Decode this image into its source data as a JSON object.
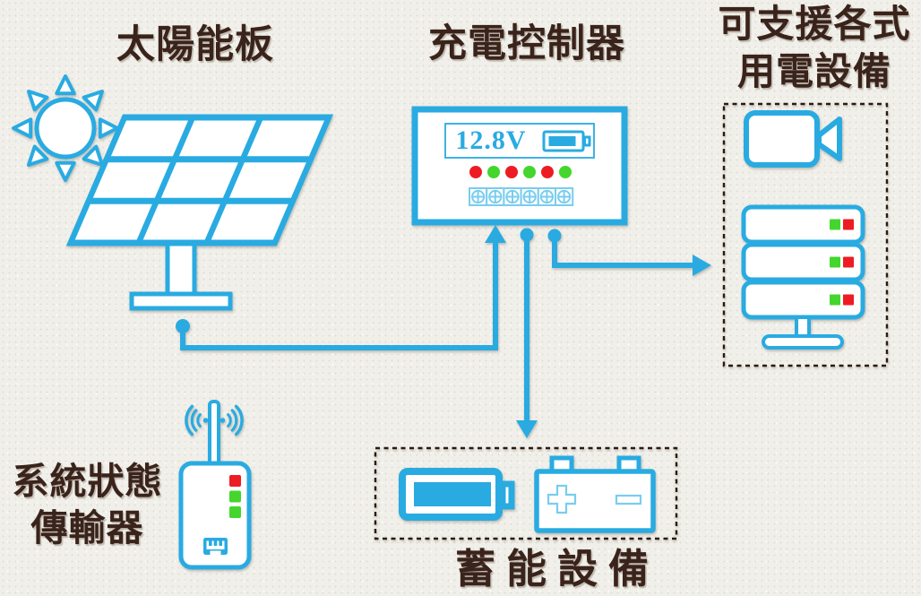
{
  "colors": {
    "accent_blue": "#29ABE2",
    "light_blue": "#79CDEF",
    "led_red": "#ED1C24",
    "led_green": "#44D62C",
    "label_text": "#3A231B",
    "dash_border": "#2B1A11",
    "background": "#F0EFE9"
  },
  "labels": {
    "solar_panel": "太陽能板",
    "charge_controller": "充電控制器",
    "devices": "可支援各式\n用電設備",
    "storage": "蓄能設備",
    "transmitter": "系統狀態\n傳輸器"
  },
  "controller": {
    "display_voltage": "12.8V",
    "leds": [
      "#ED1C24",
      "#44D62C",
      "#ED1C24",
      "#44D62C",
      "#ED1C24",
      "#44D62C"
    ],
    "terminal_count": 6
  },
  "devices": {
    "server": {
      "units": [
        {
          "leds": [
            "#44D62C",
            "#ED1C24"
          ]
        },
        {
          "leds": [
            "#44D62C",
            "#ED1C24"
          ]
        },
        {
          "leds": [
            "#44D62C",
            "#ED1C24"
          ]
        }
      ]
    }
  },
  "transmitter": {
    "leds": [
      "#ED1C24",
      "#44D62C",
      "#44D62C"
    ]
  },
  "icons": {
    "sun": "sun-icon",
    "solar_panel": "solar-panel-icon",
    "battery_level": "battery-level-icon",
    "video_camera": "video-camera-icon",
    "server_rack": "server-rack-icon",
    "aa_battery": "battery-icon",
    "car_battery": "car-battery-icon",
    "antenna": "antenna-icon",
    "wifi_waves": "signal-waves-icon",
    "ethernet": "ethernet-port-icon",
    "screw_terminal": "screw-terminal-icon"
  }
}
